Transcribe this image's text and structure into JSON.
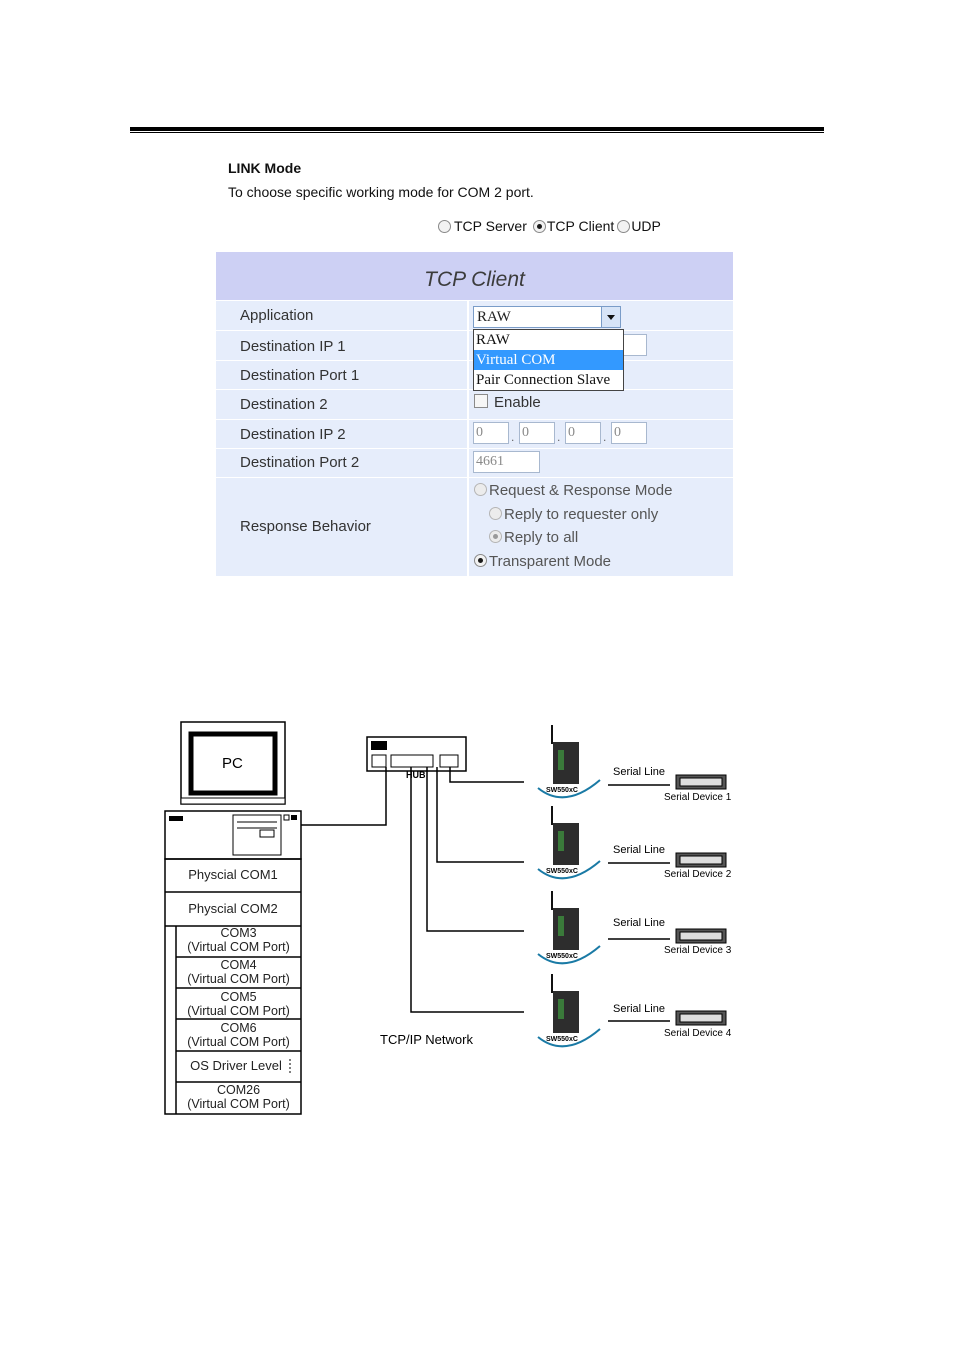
{
  "header": {
    "link_mode_title": "LINK Mode",
    "link_mode_desc": "To choose specific working mode for COM 2 port."
  },
  "modes": [
    {
      "label": "TCP Server",
      "selected": false
    },
    {
      "label": "TCP Client",
      "selected": true
    },
    {
      "label": "UDP",
      "selected": false
    }
  ],
  "panel": {
    "title": "TCP Client",
    "rows": {
      "application": "Application",
      "dest_ip1": "Destination IP 1",
      "dest_port1": "Destination Port 1",
      "dest2": "Destination 2",
      "dest_ip2": "Destination IP 2",
      "dest_port2": "Destination Port 2",
      "response": "Response Behavior"
    },
    "application_value": "RAW",
    "dropdown_options": [
      "RAW",
      "Virtual COM",
      "Pair Connection Slave"
    ],
    "dropdown_highlighted": "Virtual COM",
    "dest2_enable_label": "Enable",
    "dest_ip2": [
      "0",
      "0",
      "0",
      "0"
    ],
    "dest_port2": "4661",
    "response_options": {
      "request_response": "Request & Response Mode",
      "reply_requester": "Reply to requester only",
      "reply_all": "Reply to all",
      "transparent": "Transparent Mode"
    }
  },
  "diagram": {
    "pc_label": "PC",
    "hub_label": "HUB",
    "network_label": "TCP/IP Network",
    "com_ports": [
      {
        "line1": "Physcial COM1",
        "line2": ""
      },
      {
        "line1": "Physcial COM2",
        "line2": ""
      },
      {
        "line1": "COM3",
        "line2": "(Virtual COM Port)"
      },
      {
        "line1": "COM4",
        "line2": "(Virtual COM Port)"
      },
      {
        "line1": "COM5",
        "line2": "(Virtual COM Port)"
      },
      {
        "line1": "COM6",
        "line2": "(Virtual COM Port)"
      },
      {
        "line1": "OS Driver Level",
        "line2": ""
      },
      {
        "line1": "COM26",
        "line2": "(Virtual COM Port)"
      }
    ],
    "serial_line_label": "Serial Line",
    "device_model": "SW550xC",
    "serial_devices": [
      "Serial Device 1",
      "Serial Device 2",
      "Serial Device 3",
      "Serial Device 4"
    ]
  }
}
